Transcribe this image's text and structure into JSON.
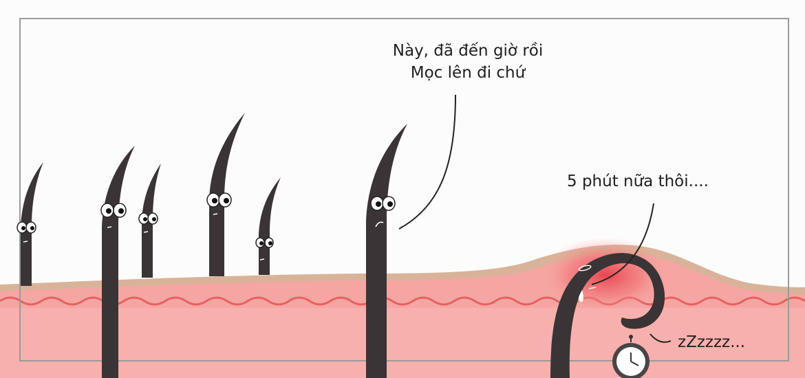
{
  "speech": {
    "top_line1": "Này, đã đến giờ rồi",
    "top_line2": "Mọc lên đi chứ",
    "ingrown": "5 phút nữa thôi....",
    "snore": "zZzzzz..."
  },
  "colors": {
    "background": "#fdfcfc",
    "skin_top": "#d9b399",
    "skin_mid": "#f5a6a2",
    "skin_wave": "#e8605f",
    "hair": "#3a3436",
    "inflammation": "#e8404a",
    "frame": "#9a9a9a"
  }
}
